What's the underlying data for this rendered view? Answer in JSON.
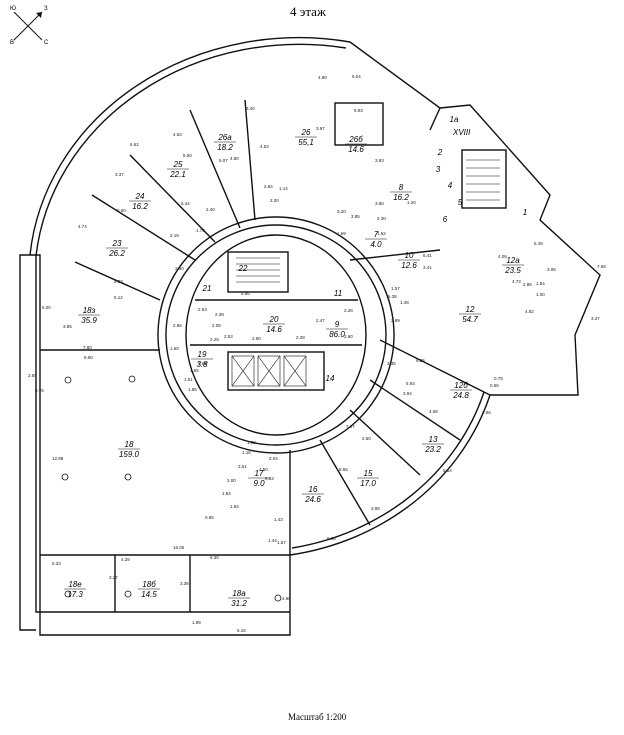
{
  "plan": {
    "title": "4 этаж",
    "scale": "Масштаб 1:200",
    "compass": {
      "n": "Ю",
      "e": "З",
      "s": "С",
      "w": "В"
    },
    "stair_label": "XVIII",
    "rooms": [
      {
        "num": "26а",
        "area": "18.2"
      },
      {
        "num": "26",
        "area": "55,1"
      },
      {
        "num": "26б",
        "area": "14.6"
      },
      {
        "num": "25",
        "area": "22.1"
      },
      {
        "num": "24",
        "area": "16.2"
      },
      {
        "num": "23",
        "area": "26.2"
      },
      {
        "num": "18з",
        "area": "35.9"
      },
      {
        "num": "22",
        "area": ""
      },
      {
        "num": "21",
        "area": ""
      },
      {
        "num": "20",
        "area": "14.6"
      },
      {
        "num": "19",
        "area": "3.8"
      },
      {
        "num": "11",
        "area": ""
      },
      {
        "num": "9",
        "area": "86.0"
      },
      {
        "num": "8",
        "area": "16.2"
      },
      {
        "num": "7",
        "area": "4.0"
      },
      {
        "num": "10",
        "area": "12.6"
      },
      {
        "num": "1а",
        "area": ""
      },
      {
        "num": "1",
        "area": ""
      },
      {
        "num": "2",
        "area": ""
      },
      {
        "num": "3",
        "area": ""
      },
      {
        "num": "4",
        "area": ""
      },
      {
        "num": "5",
        "area": ""
      },
      {
        "num": "6",
        "area": ""
      },
      {
        "num": "12а",
        "area": "23.5"
      },
      {
        "num": "12",
        "area": "54.7"
      },
      {
        "num": "12б",
        "area": "24.8"
      },
      {
        "num": "13",
        "area": "23.2"
      },
      {
        "num": "14",
        "area": ""
      },
      {
        "num": "15",
        "area": "17.0"
      },
      {
        "num": "16",
        "area": "24.6"
      },
      {
        "num": "17",
        "area": "9.0"
      },
      {
        "num": "18",
        "area": "159.0"
      },
      {
        "num": "18е",
        "area": "17.3"
      },
      {
        "num": "18б",
        "area": "14.5"
      },
      {
        "num": "18а",
        "area": "31.2"
      }
    ],
    "dimensions": [
      "4.80",
      "5.04",
      "3.40",
      "5.93",
      "4.63",
      "3.97",
      "6.62",
      "3.37",
      "4.74",
      "5.50",
      "4.80",
      "3.93",
      "5.07",
      "4.53",
      "5.44",
      "6.60",
      "3.80",
      "2.84",
      "1.14",
      "2.20",
      "2.40",
      "1.70",
      "2.19",
      "2.90",
      "5.03",
      "5.12",
      "6.00",
      "3.85",
      "7.80",
      "8.60",
      "2.58",
      "0.76",
      "12.88",
      "2.53",
      "2.39",
      "2.08",
      "5.86",
      "2.53",
      "2.28",
      "2.86",
      "2.47",
      "1.60",
      "1.93",
      "1.55",
      "1.51",
      "1.85",
      "2.28",
      "2.60",
      "2.60",
      "2.28",
      "1.57",
      "5.38",
      "1.48",
      "2.89",
      "3.20",
      "3.85",
      "1.69",
      "2.30",
      "1.52",
      "1.20",
      "3.41",
      "6.41",
      "4.08",
      "6.49",
      "3.06",
      "4.73",
      "4.82",
      "3.27",
      "7.58",
      "2.86",
      "1.54",
      "1.00",
      "8.25",
      "3.35",
      "5.93",
      "0.56",
      "3.94",
      "4.08",
      "2.96",
      "7.07",
      "2.50",
      "5.54",
      "0.78",
      "1.82",
      "0.85",
      "1.43",
      "1.44",
      "1.57",
      "3.51",
      "4.50",
      "6.83",
      "8.65",
      "3.98",
      "5.08",
      "5.33",
      "4.28",
      "16.05",
      "6.30",
      "3.27",
      "3.36",
      "4.98",
      "1.99",
      "6.16",
      "2.04",
      "1.16",
      "1.03",
      "2.00",
      "1.84"
    ]
  }
}
